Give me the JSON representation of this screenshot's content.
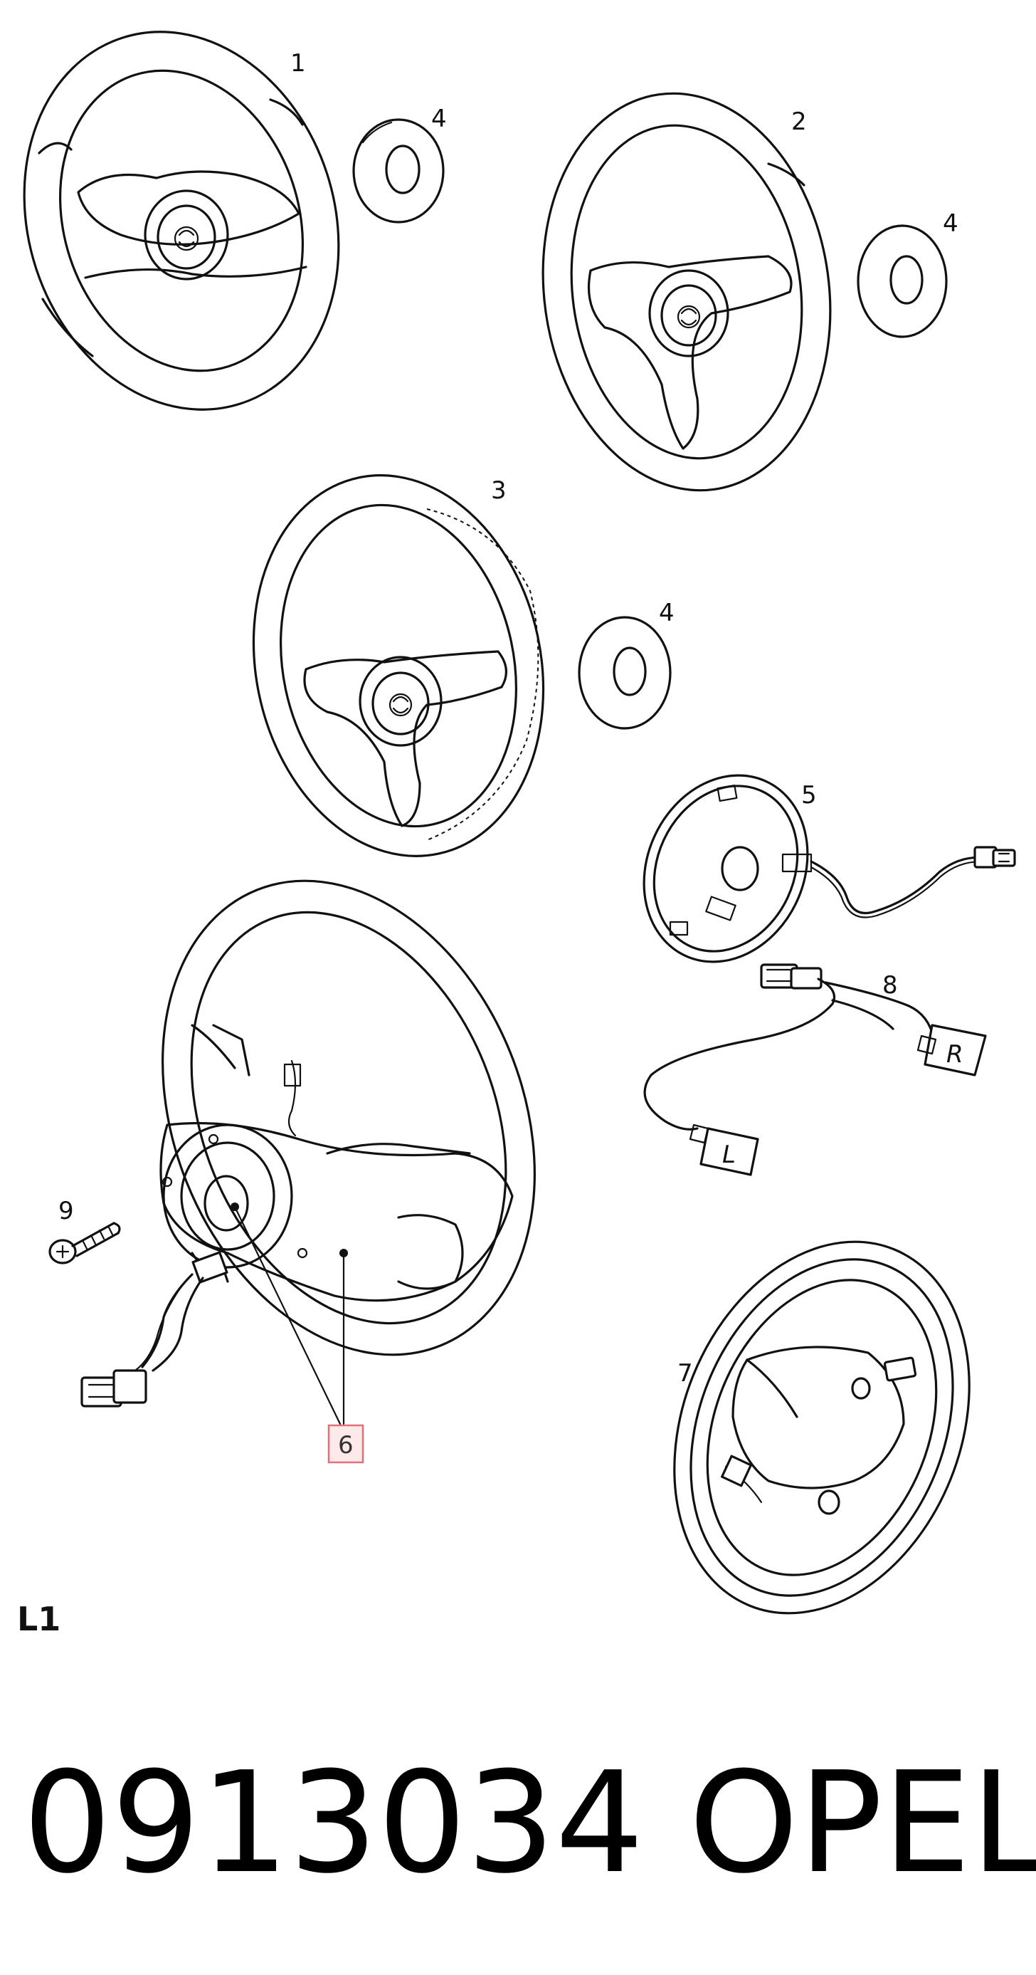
{
  "diagram": {
    "callouts": {
      "wheel_1": "1",
      "wheel_2": "2",
      "wheel_3": "3",
      "cap_4a": "4",
      "cap_4b": "4",
      "cap_4c": "4",
      "contact_unit_5": "5",
      "highlight_6": "6",
      "wheel_7": "7",
      "switch_harness_8": "8",
      "screw_9": "9"
    },
    "switch_labels": {
      "right": "R",
      "left": "L"
    },
    "sheet_id": "L1",
    "highlight_color": "#e0707a"
  },
  "caption": {
    "part_number": "0913034",
    "brand": "OPEL"
  }
}
